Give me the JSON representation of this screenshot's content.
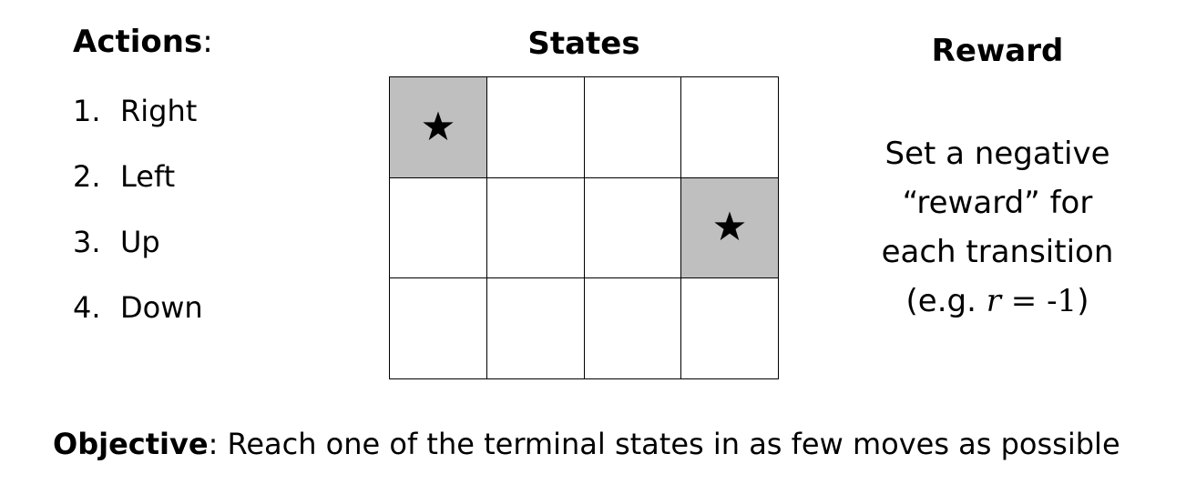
{
  "actions": {
    "title": "Actions",
    "title_suffix": ":",
    "items": [
      {
        "number": "1.",
        "label": "Right"
      },
      {
        "number": "2.",
        "label": "Left"
      },
      {
        "number": "3.",
        "label": "Up"
      },
      {
        "number": "4.",
        "label": "Down"
      }
    ]
  },
  "states": {
    "title": "States",
    "rows": 3,
    "cols": 4,
    "terminal_cells": [
      [
        0,
        0
      ],
      [
        1,
        3
      ]
    ],
    "terminal_color": "#bfbfbf",
    "terminal_icon": "star-icon"
  },
  "reward": {
    "title": "Reward",
    "line1": "Set a negative",
    "line2": "“reward” for",
    "line3": "each transition",
    "line4_prefix": "(e.g. ",
    "line4_var": "r",
    "line4_eq": " = -1",
    "line4_suffix": ")"
  },
  "objective": {
    "label": "Objective",
    "text": ": Reach one of the terminal states in as few moves as possible"
  }
}
